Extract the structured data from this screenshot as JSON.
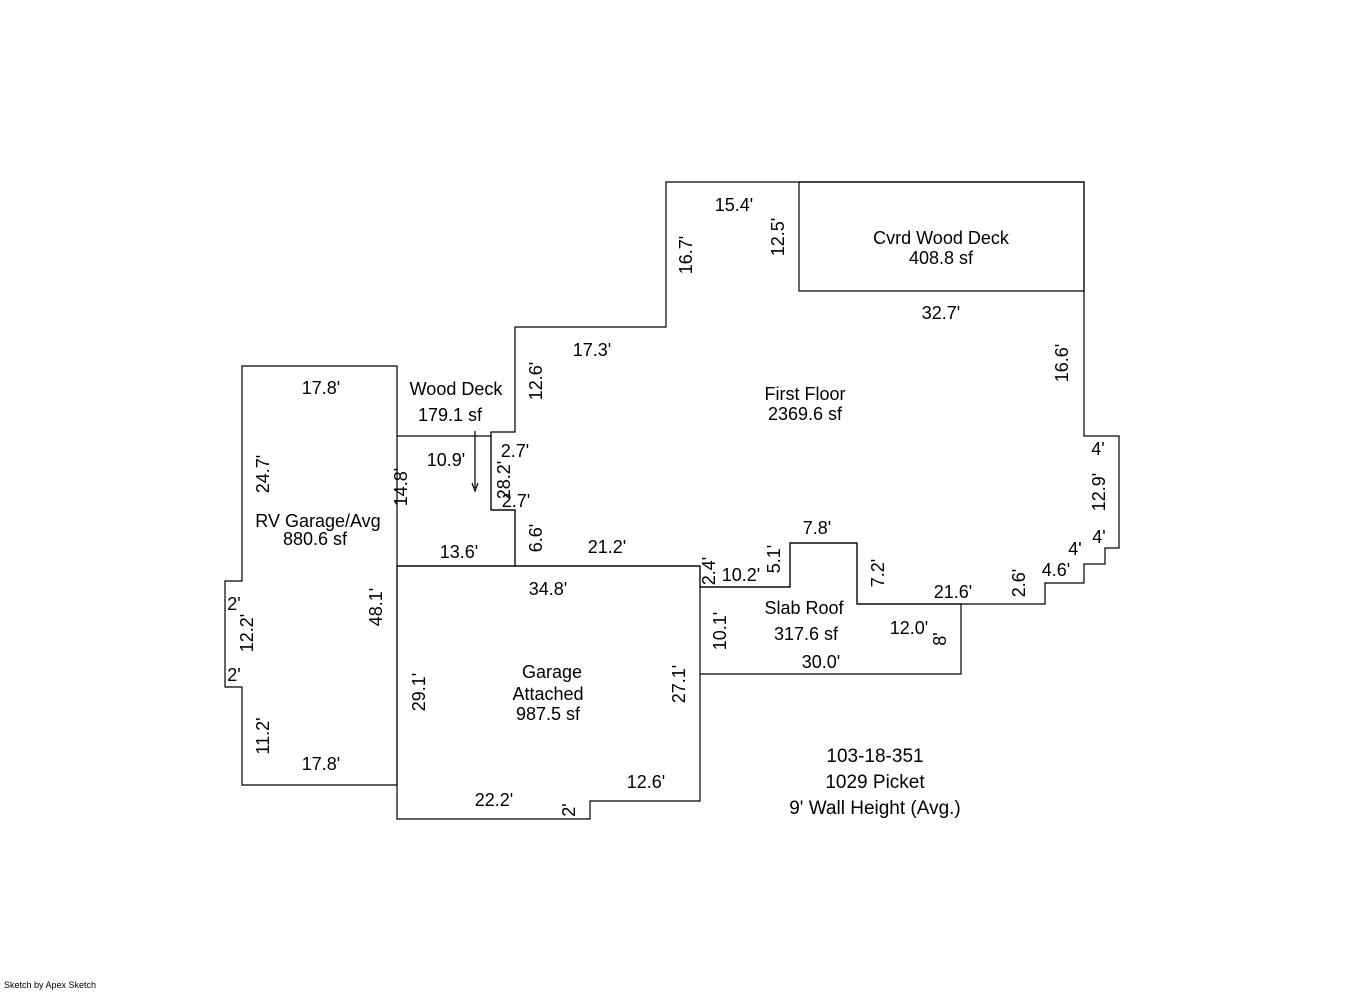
{
  "areas": {
    "cvrd_wood_deck": {
      "name": "Cvrd Wood Deck",
      "size": "408.8 sf"
    },
    "first_floor": {
      "name": "First Floor",
      "size": "2369.6 sf"
    },
    "wood_deck": {
      "name": "Wood Deck",
      "size": "179.1 sf"
    },
    "rv_garage": {
      "name": "RV Garage/Avg",
      "size": "880.6 sf"
    },
    "slab_roof": {
      "name": "Slab Roof",
      "size": "317.6 sf"
    },
    "garage": {
      "name_line1": "Garage",
      "name_line2": "Attached",
      "size": "987.5 sf"
    }
  },
  "dimensions": {
    "d_15_4": "15.4'",
    "d_12_5": "12.5'",
    "d_16_7": "16.7'",
    "d_32_7": "32.7'",
    "d_16_6": "16.6'",
    "d_17_3": "17.3'",
    "d_12_6_ff": "12.6'",
    "d_4_top": "4'",
    "d_12_9": "12.9'",
    "d_4_right": "4'",
    "d_4_low": "4'",
    "d_4_6": "4.6'",
    "d_2_6": "2.6'",
    "d_21_6": "21.6'",
    "d_7_2": "7.2'",
    "d_7_8": "7.8'",
    "d_5_1": "5.1'",
    "d_10_2": "10.2'",
    "d_2_4": "2.4'",
    "d_21_2": "21.2'",
    "d_6_6": "6.6'",
    "d_2_7_a": "2.7'",
    "d_28_2": "28.2'",
    "d_2_7_b": "2.7'",
    "d_10_9": "10.9'",
    "d_14_8": "14.8'",
    "d_13_6": "13.6'",
    "d_17_8_top": "17.8'",
    "d_24_7": "24.7'",
    "d_48_1": "48.1'",
    "d_2_a": "2'",
    "d_12_2": "12.2'",
    "d_2_b": "2'",
    "d_11_2": "11.2'",
    "d_17_8_bot": "17.8'",
    "d_34_8": "34.8'",
    "d_29_1": "29.1'",
    "d_27_1": "27.1'",
    "d_22_2": "22.2'",
    "d_2_c": "2'",
    "d_12_6_g": "12.6'",
    "d_10_1": "10.1'",
    "d_30_0": "30.0'",
    "d_12_0": "12.0'",
    "d_8": "8'"
  },
  "info": {
    "parcel": "103-18-351",
    "address": "1029 Picket",
    "wall_height": "9' Wall Height (Avg.)"
  },
  "credit": "Sketch by Apex Sketch"
}
